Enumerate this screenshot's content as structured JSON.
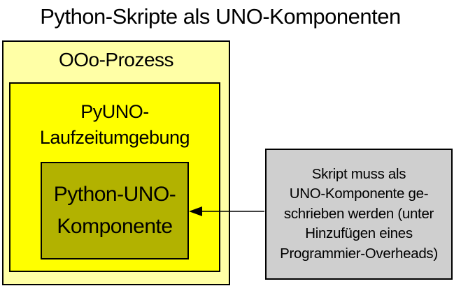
{
  "title": "Python-Skripte als UNO-Komponenten",
  "diagram": {
    "ooo_process": {
      "label": "OOo-Prozess",
      "fill": "#ffffa6"
    },
    "pyuno_runtime": {
      "label": "PyUNO-\nLaufzeitumgebung",
      "fill": "#ffff00"
    },
    "python_uno_component": {
      "label": "Python-UNO-\nKomponente",
      "fill": "#b2b200"
    },
    "annotation": {
      "text": "Skript muss als\nUNO-Komponente ge-\nschrieben werden (unter\nHinzufügen eines\nProgrammier-Overheads)",
      "fill": "#cfcfcf"
    },
    "arrow": {
      "from": "annotation",
      "to": "python_uno_component",
      "color": "#000000"
    },
    "border_color": "#000000",
    "background_color": "#ffffff"
  }
}
